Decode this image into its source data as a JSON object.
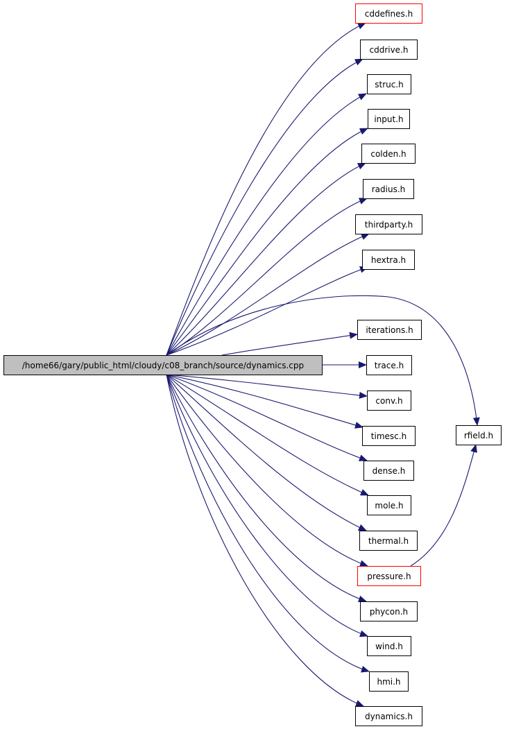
{
  "graph": {
    "edge_color": "#191970",
    "root": {
      "label": "/home66/gary/public_html/cloudy/c08_branch/source/dynamics.cpp",
      "fill": "#bfbfbf",
      "stroke": "#000000"
    },
    "nodes": [
      {
        "id": "cddefines",
        "label": "cddefines.h",
        "stroke": "#ff0000"
      },
      {
        "id": "cddrive",
        "label": "cddrive.h",
        "stroke": "#000000"
      },
      {
        "id": "struc",
        "label": "struc.h",
        "stroke": "#000000"
      },
      {
        "id": "input",
        "label": "input.h",
        "stroke": "#000000"
      },
      {
        "id": "colden",
        "label": "colden.h",
        "stroke": "#000000"
      },
      {
        "id": "radius",
        "label": "radius.h",
        "stroke": "#000000"
      },
      {
        "id": "thirdparty",
        "label": "thirdparty.h",
        "stroke": "#000000"
      },
      {
        "id": "hextra",
        "label": "hextra.h",
        "stroke": "#000000"
      },
      {
        "id": "iterations",
        "label": "iterations.h",
        "stroke": "#000000"
      },
      {
        "id": "trace",
        "label": "trace.h",
        "stroke": "#000000"
      },
      {
        "id": "conv",
        "label": "conv.h",
        "stroke": "#000000"
      },
      {
        "id": "timesc",
        "label": "timesc.h",
        "stroke": "#000000"
      },
      {
        "id": "dense",
        "label": "dense.h",
        "stroke": "#000000"
      },
      {
        "id": "mole",
        "label": "mole.h",
        "stroke": "#000000"
      },
      {
        "id": "thermal",
        "label": "thermal.h",
        "stroke": "#000000"
      },
      {
        "id": "pressure",
        "label": "pressure.h",
        "stroke": "#ff0000"
      },
      {
        "id": "phycon",
        "label": "phycon.h",
        "stroke": "#000000"
      },
      {
        "id": "wind",
        "label": "wind.h",
        "stroke": "#000000"
      },
      {
        "id": "hmi",
        "label": "hmi.h",
        "stroke": "#000000"
      },
      {
        "id": "dynamics",
        "label": "dynamics.h",
        "stroke": "#000000"
      },
      {
        "id": "rfield",
        "label": "rfield.h",
        "stroke": "#000000"
      }
    ],
    "edges": [
      {
        "from": "root",
        "to": "cddefines"
      },
      {
        "from": "root",
        "to": "cddrive"
      },
      {
        "from": "root",
        "to": "struc"
      },
      {
        "from": "root",
        "to": "input"
      },
      {
        "from": "root",
        "to": "colden"
      },
      {
        "from": "root",
        "to": "radius"
      },
      {
        "from": "root",
        "to": "thirdparty"
      },
      {
        "from": "root",
        "to": "hextra"
      },
      {
        "from": "root",
        "to": "rfield"
      },
      {
        "from": "root",
        "to": "iterations"
      },
      {
        "from": "root",
        "to": "trace"
      },
      {
        "from": "root",
        "to": "conv"
      },
      {
        "from": "root",
        "to": "timesc"
      },
      {
        "from": "root",
        "to": "dense"
      },
      {
        "from": "root",
        "to": "mole"
      },
      {
        "from": "root",
        "to": "thermal"
      },
      {
        "from": "root",
        "to": "pressure"
      },
      {
        "from": "root",
        "to": "phycon"
      },
      {
        "from": "root",
        "to": "wind"
      },
      {
        "from": "root",
        "to": "hmi"
      },
      {
        "from": "root",
        "to": "dynamics"
      },
      {
        "from": "pressure",
        "to": "rfield"
      }
    ]
  }
}
